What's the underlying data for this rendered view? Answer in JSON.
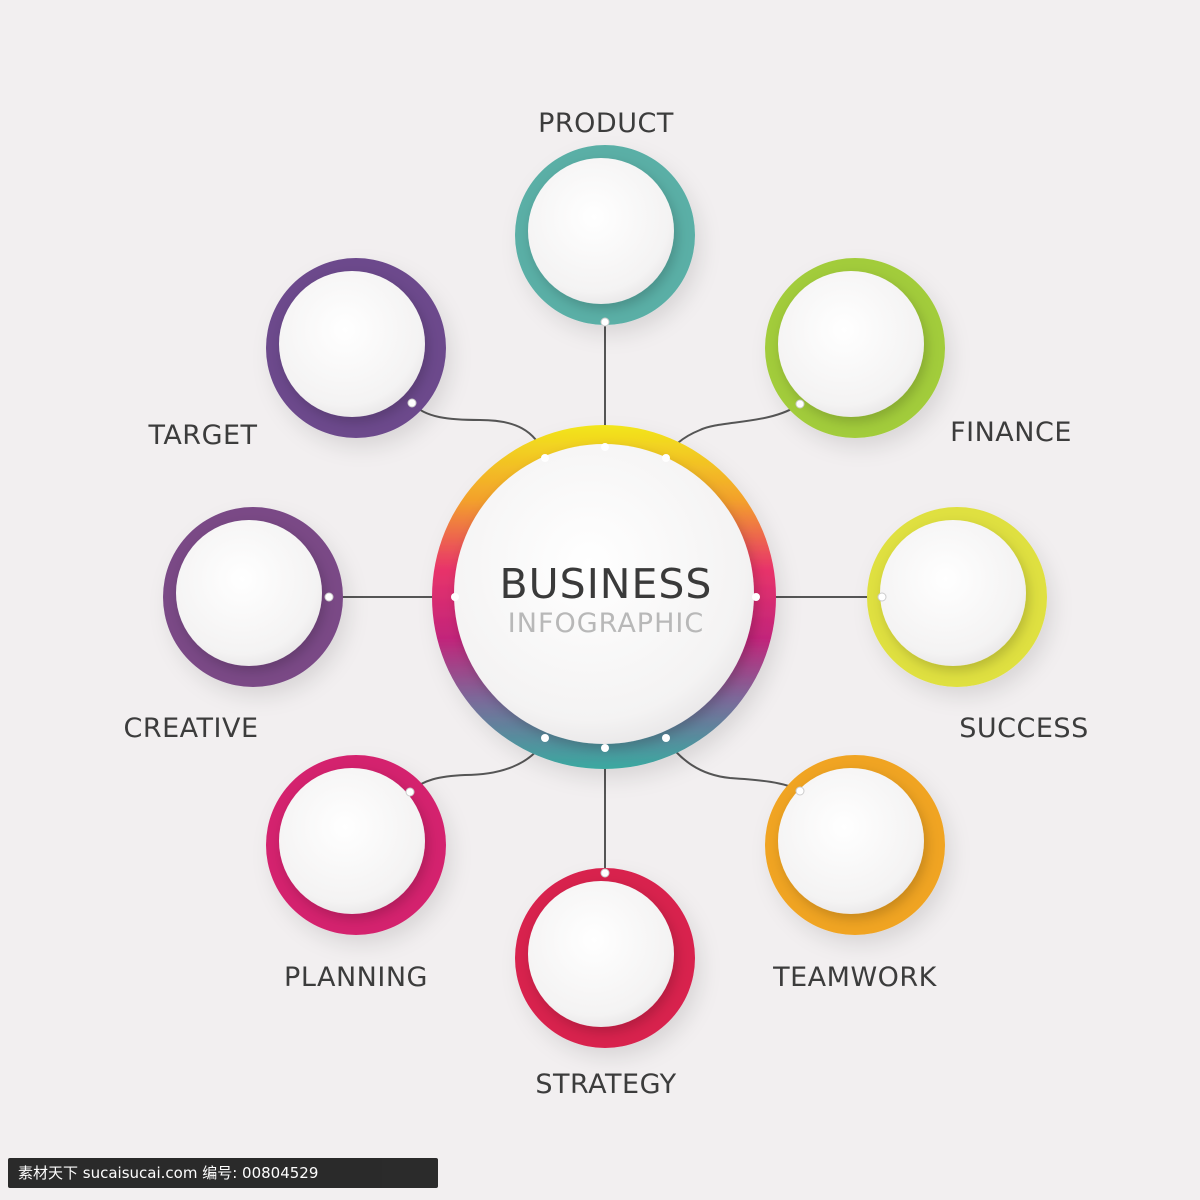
{
  "hub": {
    "title": "BUSINESS",
    "subtitle": "INFOGRAPHIC",
    "ring_colors": [
      "#f1e21a",
      "#f0a02a",
      "#e8336a",
      "#c2247a",
      "#7b5fa0",
      "#3aa9a0"
    ]
  },
  "nodes": [
    {
      "id": "product",
      "label": "PRODUCT",
      "color": "#5aafa6"
    },
    {
      "id": "finance",
      "label": "FINANCE",
      "color": "#a2cc3a"
    },
    {
      "id": "success",
      "label": "SUCCESS",
      "color": "#dfe040"
    },
    {
      "id": "teamwork",
      "label": "TEAMWORK",
      "color": "#f0a422"
    },
    {
      "id": "strategy",
      "label": "STRATEGY",
      "color": "#d8204e"
    },
    {
      "id": "planning",
      "label": "PLANNING",
      "color": "#d4246e"
    },
    {
      "id": "creative",
      "label": "CREATIVE",
      "color": "#7a4a86"
    },
    {
      "id": "target",
      "label": "TARGET",
      "color": "#6c4a8c"
    }
  ],
  "connector_color": "#555555",
  "background": "#f2eff0",
  "watermark": {
    "text": "素材天下 sucaisucai.com  编号: 00804529"
  }
}
